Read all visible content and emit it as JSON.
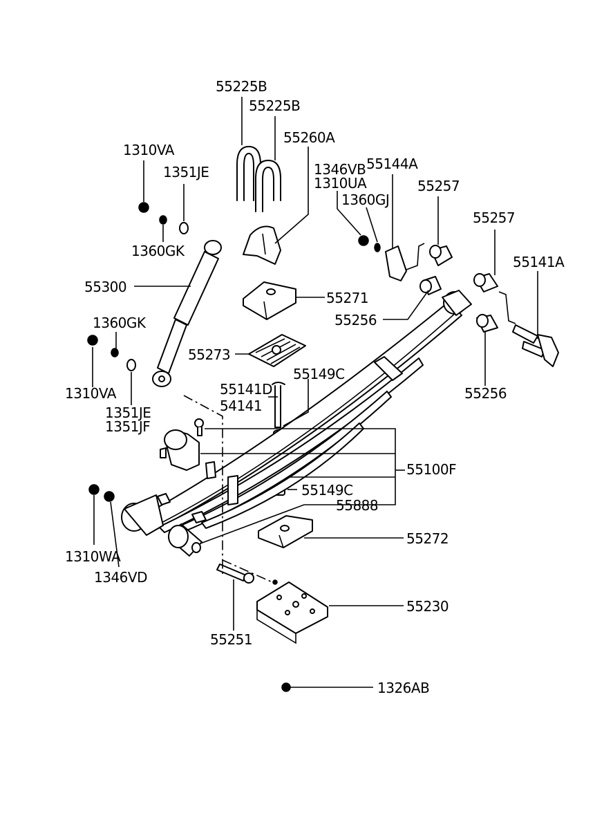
{
  "labels": {
    "l55225B_1": "55225B",
    "l55225B_2": "55225B",
    "l1310VA_top": "1310VA",
    "l1351JE_top": "1351JE",
    "l55260A": "55260A",
    "l1346VB": "1346VB",
    "l55144A": "55144A",
    "l1310UA": "1310UA",
    "l55257_a": "55257",
    "l1360GJ": "1360GJ",
    "l55257_b": "55257",
    "l1360GK_top": "1360GK",
    "l55141A": "55141A",
    "l55300": "55300",
    "l55271": "55271",
    "l55256_a": "55256",
    "l1360GK_mid": "1360GK",
    "l55273": "55273",
    "l55256_b": "55256",
    "l1310VA_mid": "1310VA",
    "l55141D": "55141D",
    "l55149C_a": "55149C",
    "l54141": "54141",
    "l1351JE_mid": "1351JE",
    "l1351JF": "1351JF",
    "l55100F": "55100F",
    "l55149C_b": "55149C",
    "l55888": "55888",
    "l55272": "55272",
    "l1310WA": "1310WA",
    "l1346VD": "1346VD",
    "l55230": "55230",
    "l55251": "55251",
    "l1326AB": "1326AB"
  }
}
